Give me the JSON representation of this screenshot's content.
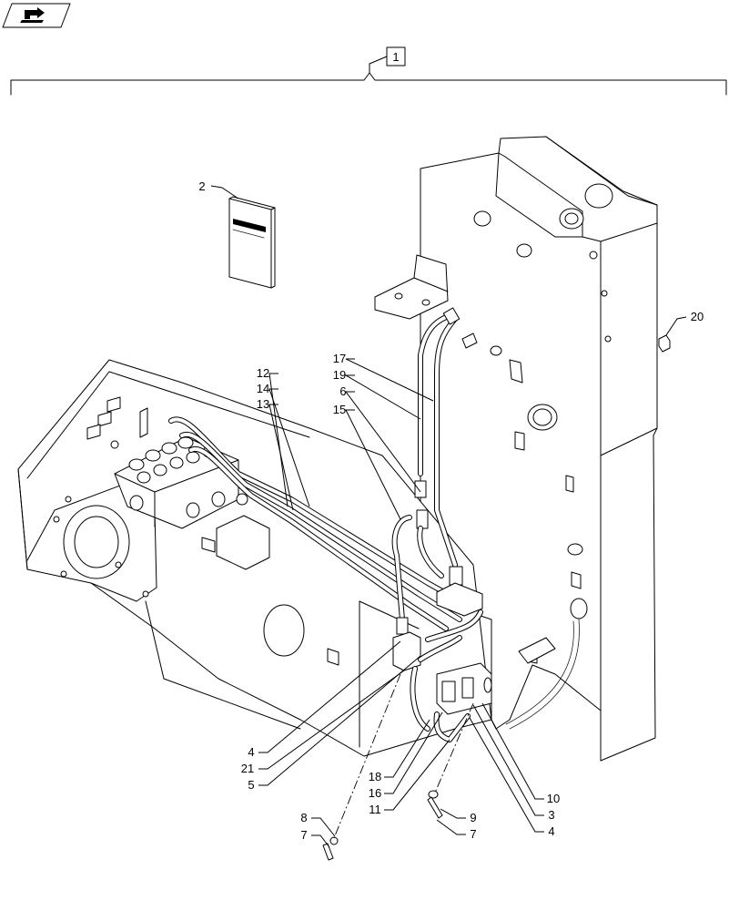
{
  "diagram": {
    "assembly_number": "1",
    "callouts": [
      {
        "id": "c2",
        "label": "2"
      },
      {
        "id": "c20",
        "label": "20"
      },
      {
        "id": "c12",
        "label": "12"
      },
      {
        "id": "c14",
        "label": "14"
      },
      {
        "id": "c13",
        "label": "13"
      },
      {
        "id": "c17",
        "label": "17"
      },
      {
        "id": "c19",
        "label": "19"
      },
      {
        "id": "c6",
        "label": "6"
      },
      {
        "id": "c15",
        "label": "15"
      },
      {
        "id": "c4a",
        "label": "4"
      },
      {
        "id": "c21",
        "label": "21"
      },
      {
        "id": "c5",
        "label": "5"
      },
      {
        "id": "c18",
        "label": "18"
      },
      {
        "id": "c16",
        "label": "16"
      },
      {
        "id": "c11",
        "label": "11"
      },
      {
        "id": "c10",
        "label": "10"
      },
      {
        "id": "c3",
        "label": "3"
      },
      {
        "id": "c4b",
        "label": "4"
      },
      {
        "id": "c8",
        "label": "8"
      },
      {
        "id": "c7a",
        "label": "7"
      },
      {
        "id": "c9",
        "label": "9"
      },
      {
        "id": "c7b",
        "label": "7"
      }
    ]
  },
  "nav": {
    "icon": "next-page-arrow-icon"
  }
}
